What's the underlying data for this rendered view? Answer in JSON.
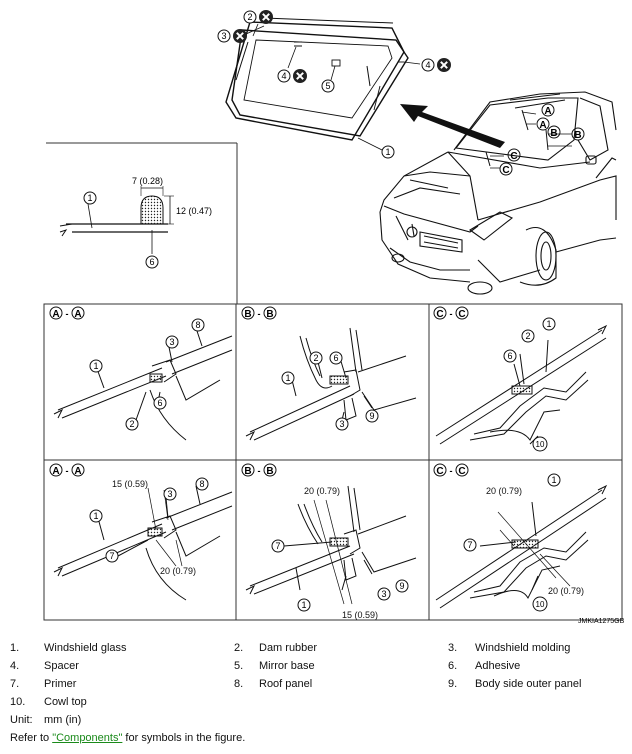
{
  "callouts": [
    "1",
    "2",
    "3",
    "4",
    "5",
    "6",
    "7",
    "8",
    "9",
    "10"
  ],
  "section_marks": {
    "a": "A",
    "b": "B",
    "c": "C"
  },
  "detail_dims": {
    "width": "7 (0.28)",
    "height": "12 (0.47)"
  },
  "section_dims": {
    "a_top": "15 (0.59)",
    "a_bottom": "20 (0.79)",
    "b_top": "20 (0.79)",
    "b_bottom": "15 (0.59)",
    "c_top": "20 (0.79)",
    "c_bottom": "20 (0.79)"
  },
  "figure_id": "JMKIA1275GB",
  "legend": [
    {
      "num": "1.",
      "label": "Windshield glass"
    },
    {
      "num": "2.",
      "label": "Dam rubber"
    },
    {
      "num": "3.",
      "label": "Windshield molding"
    },
    {
      "num": "4.",
      "label": "Spacer"
    },
    {
      "num": "5.",
      "label": "Mirror base"
    },
    {
      "num": "6.",
      "label": "Adhesive"
    },
    {
      "num": "7.",
      "label": "Primer"
    },
    {
      "num": "8.",
      "label": "Roof panel"
    },
    {
      "num": "9.",
      "label": "Body side outer panel"
    },
    {
      "num": "10.",
      "label": "Cowl top"
    }
  ],
  "unit": {
    "label": "Unit:",
    "value": "mm (in)"
  },
  "footer": {
    "before": "Refer to ",
    "link": "\"Components\"",
    "after": " for symbols in the figure."
  }
}
